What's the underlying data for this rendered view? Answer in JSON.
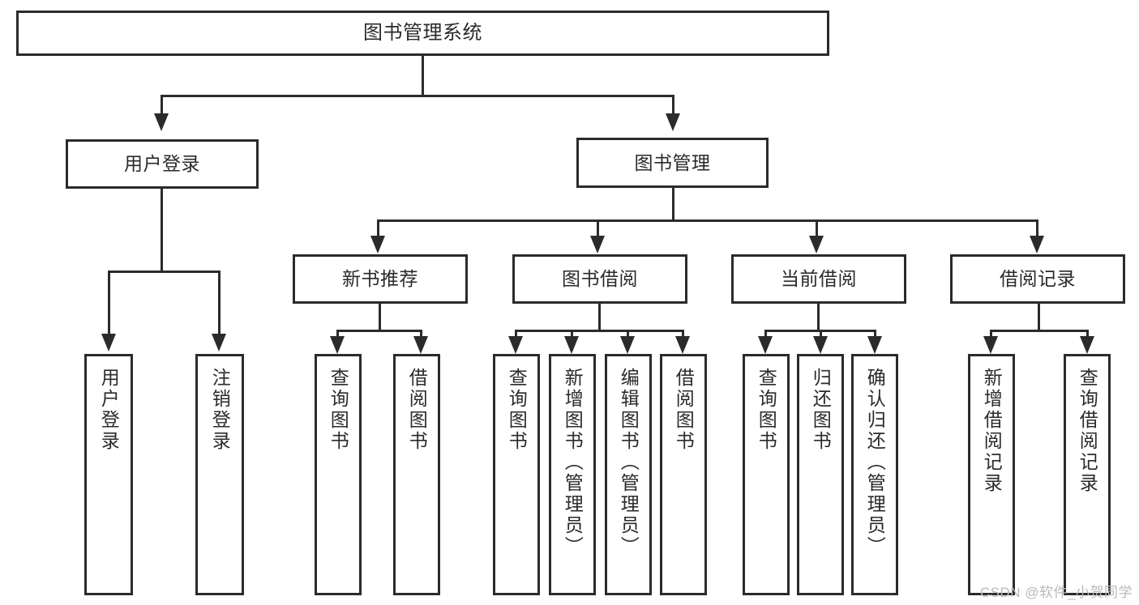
{
  "diagram": {
    "title": "图书管理系统",
    "type": "tree-hierarchy",
    "watermark": "CSDN @软件_小贺同学",
    "root": {
      "label": "图书管理系统"
    },
    "level2": [
      {
        "label": "用户登录"
      },
      {
        "label": "图书管理"
      }
    ],
    "level3": [
      {
        "label": "新书推荐"
      },
      {
        "label": "图书借阅"
      },
      {
        "label": "当前借阅"
      },
      {
        "label": "借阅记录"
      }
    ],
    "leaves": {
      "user_login": [
        {
          "label": "用户登录"
        },
        {
          "label": "注销登录"
        }
      ],
      "new_book_rec": [
        {
          "label": "查询图书"
        },
        {
          "label": "借阅图书"
        }
      ],
      "book_borrow": [
        {
          "label": "查询图书"
        },
        {
          "label": "新增图书（管理员）"
        },
        {
          "label": "编辑图书（管理员）"
        },
        {
          "label": "借阅图书"
        }
      ],
      "current_borrow": [
        {
          "label": "查询图书"
        },
        {
          "label": "归还图书"
        },
        {
          "label": "确认归还（管理员）"
        }
      ],
      "borrow_record": [
        {
          "label": "新增借阅记录"
        },
        {
          "label": "查询借阅记录"
        }
      ]
    },
    "colors": {
      "stroke": "#2b2b2b",
      "fill": "#ffffff",
      "text": "#2a2a2a",
      "watermark": "#b9b9b9"
    }
  }
}
